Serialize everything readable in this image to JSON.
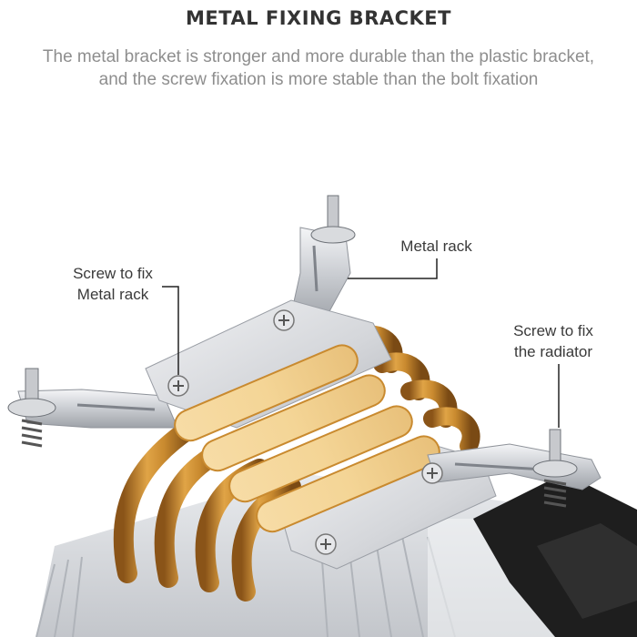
{
  "header": {
    "title": "METAL FIXING BRACKET",
    "subtitle_line1": "The metal bracket is stronger and more durable than the plastic bracket,",
    "subtitle_line2": "and the screw fixation is more stable than the bolt fixation"
  },
  "callouts": {
    "screw_rack_line1": "Screw to fix",
    "screw_rack_line2": "Metal rack",
    "metal_rack": "Metal rack",
    "screw_radiator_line1": "Screw to fix",
    "screw_radiator_line2": "the radiator"
  },
  "colors": {
    "copper": "#c8882e",
    "copper_face": "#f3d49a",
    "aluminum": "#d6d8dc",
    "fan": "#1e1e1e"
  }
}
